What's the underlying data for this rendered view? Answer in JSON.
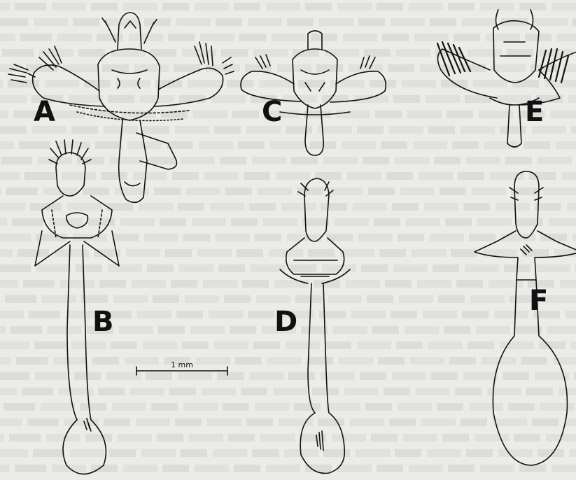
{
  "figure": {
    "panels": [
      {
        "id": "A",
        "label": "A"
      },
      {
        "id": "B",
        "label": "B"
      },
      {
        "id": "C",
        "label": "C"
      },
      {
        "id": "D",
        "label": "D"
      },
      {
        "id": "E",
        "label": "E"
      },
      {
        "id": "F",
        "label": "F"
      }
    ],
    "scale_bar": {
      "label": "1 mm"
    }
  },
  "colors": {
    "ink": "#111111",
    "paper": "#ebebe8",
    "bleed_text": "#b0b0aa"
  }
}
